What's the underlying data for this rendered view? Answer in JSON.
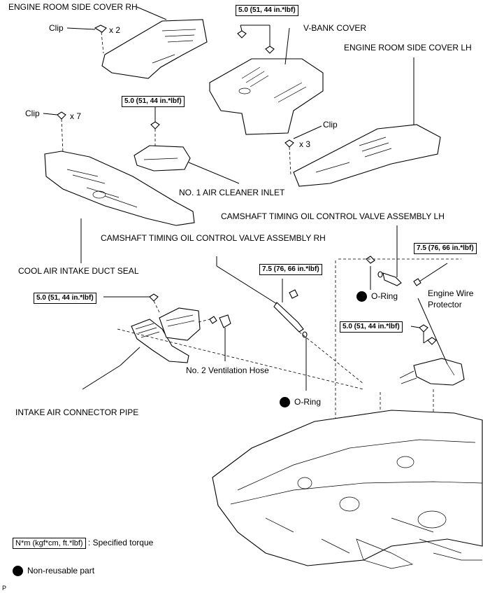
{
  "labels": {
    "engine_room_side_cover_rh": "ENGINE ROOM SIDE COVER RH",
    "v_bank_cover": "V-BANK COVER",
    "engine_room_side_cover_lh": "ENGINE ROOM SIDE COVER LH",
    "no1_air_cleaner_inlet": "NO. 1 AIR CLEANER INLET",
    "cool_air_intake_duct_seal": "COOL AIR INTAKE DUCT SEAL",
    "camshaft_lh": "CAMSHAFT TIMING OIL CONTROL VALVE ASSEMBLY LH",
    "camshaft_rh": "CAMSHAFT TIMING OIL CONTROL VALVE ASSEMBLY RH",
    "engine_wire_protector": "Engine Wire\nProtector",
    "no2_ventilation_hose": "No. 2 Ventilation Hose",
    "intake_air_connector_pipe": "INTAKE AIR CONNECTOR PIPE",
    "o_ring": "O-Ring"
  },
  "clips": [
    {
      "label": "Clip",
      "count": "x 2"
    },
    {
      "label": "Clip",
      "count": "x 7"
    },
    {
      "label": "Clip",
      "count": "x 3"
    }
  ],
  "torques": {
    "t50": "5.0 (51, 44 in.*lbf)",
    "t75": "7.5 (76, 66 in.*lbf)"
  },
  "legend": {
    "torque_unit": "N*m (kgf*cm, ft.*lbf)",
    "torque_desc": ": Specified torque",
    "nonreusable": "Non-reusable part"
  },
  "footer_mark": "P"
}
